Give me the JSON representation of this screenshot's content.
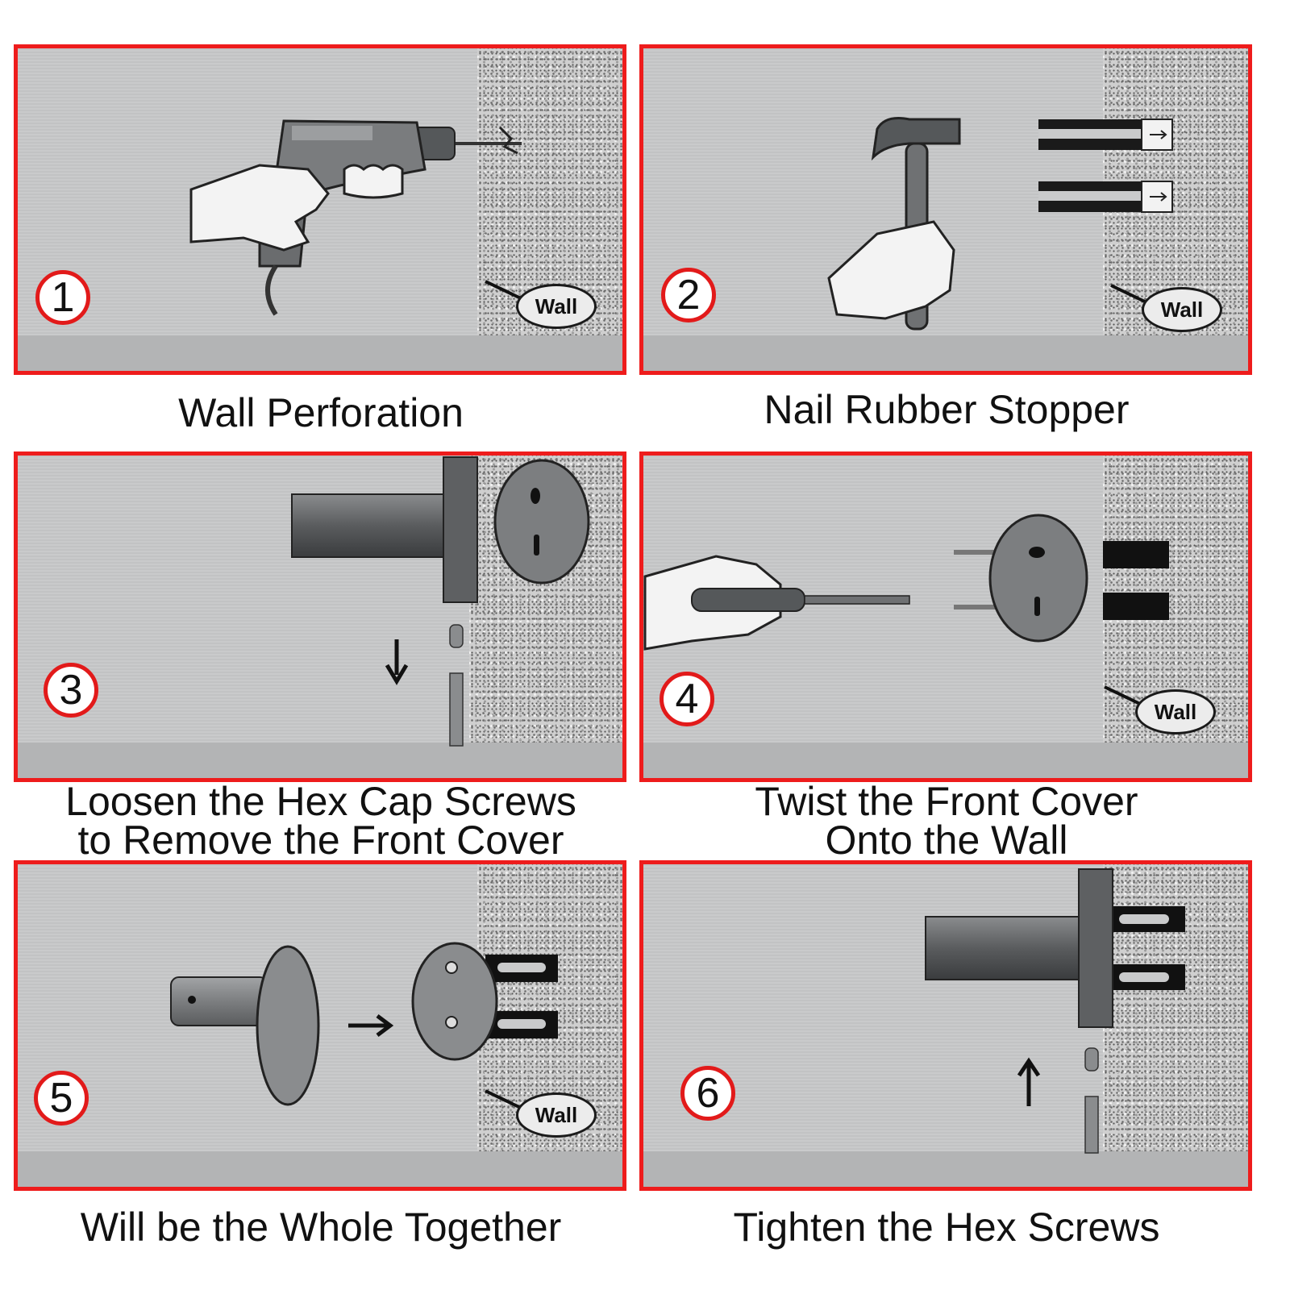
{
  "steps": [
    {
      "number": "1",
      "caption": "Wall Perforation",
      "tag": "Wall"
    },
    {
      "number": "2",
      "caption": "Nail Rubber Stopper",
      "tag": "Wall"
    },
    {
      "number": "3",
      "caption_lines": [
        "Loosen the Hex Cap Screws",
        "to Remove the Front Cover"
      ]
    },
    {
      "number": "4",
      "caption_lines": [
        "Twist the Front Cover",
        "Onto the Wall"
      ],
      "tag": "Wall"
    },
    {
      "number": "5",
      "caption": "Will be the Whole Together",
      "tag": "Wall"
    },
    {
      "number": "6",
      "caption": "Tighten the Hex Screws"
    }
  ],
  "colors": {
    "frame": "#ee1c1c",
    "panel_bg": "#c6c7c8",
    "metal": "#6f7173",
    "ink": "#111111"
  },
  "icons": [
    "drill-icon",
    "hammer-icon",
    "rubber-stopper-icon",
    "screwdriver-icon",
    "towel-bar-icon",
    "base-plate-icon",
    "arrow-icon"
  ]
}
